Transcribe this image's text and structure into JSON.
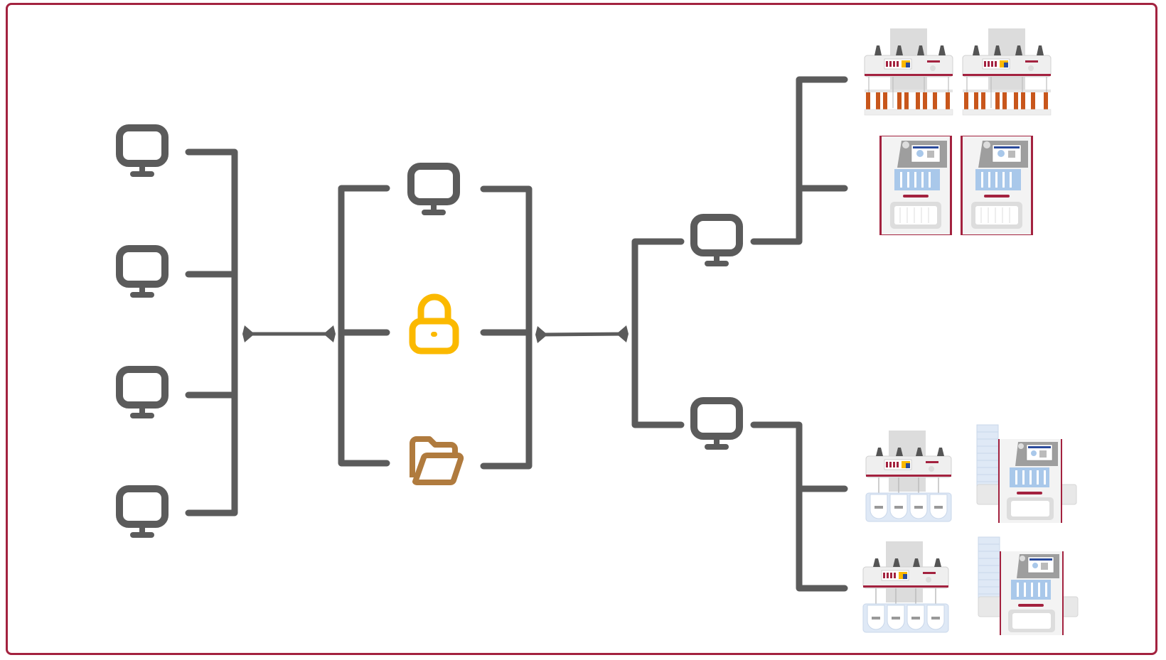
{
  "colors": {
    "frame": "#a3223f",
    "connector": "#5b5b5b",
    "lock": "#fbb900",
    "folder": "#b07b3e",
    "instrument_accent": "#a3223f",
    "instrument_body": "#eeeeee",
    "instrument_blue": "#a9c8ea",
    "instrument_orange": "#c8561b"
  },
  "nodes": {
    "client_workstations": [
      "monitor-icon",
      "monitor-icon",
      "monitor-icon",
      "monitor-icon"
    ],
    "server_stack": [
      "monitor-icon",
      "lock-icon",
      "folder-icon"
    ],
    "controller_workstations": [
      "monitor-icon",
      "monitor-icon"
    ],
    "instrument_groups": [
      [
        "liquid-handler-tubes",
        "liquid-handler-tubes",
        "dispenser-station",
        "dispenser-station"
      ],
      [
        "liquid-handler-plate",
        "stacker-station",
        "liquid-handler-plate",
        "stacker-station"
      ]
    ]
  },
  "connections": [
    "bidirectional-arrow",
    "bidirectional-arrow"
  ]
}
